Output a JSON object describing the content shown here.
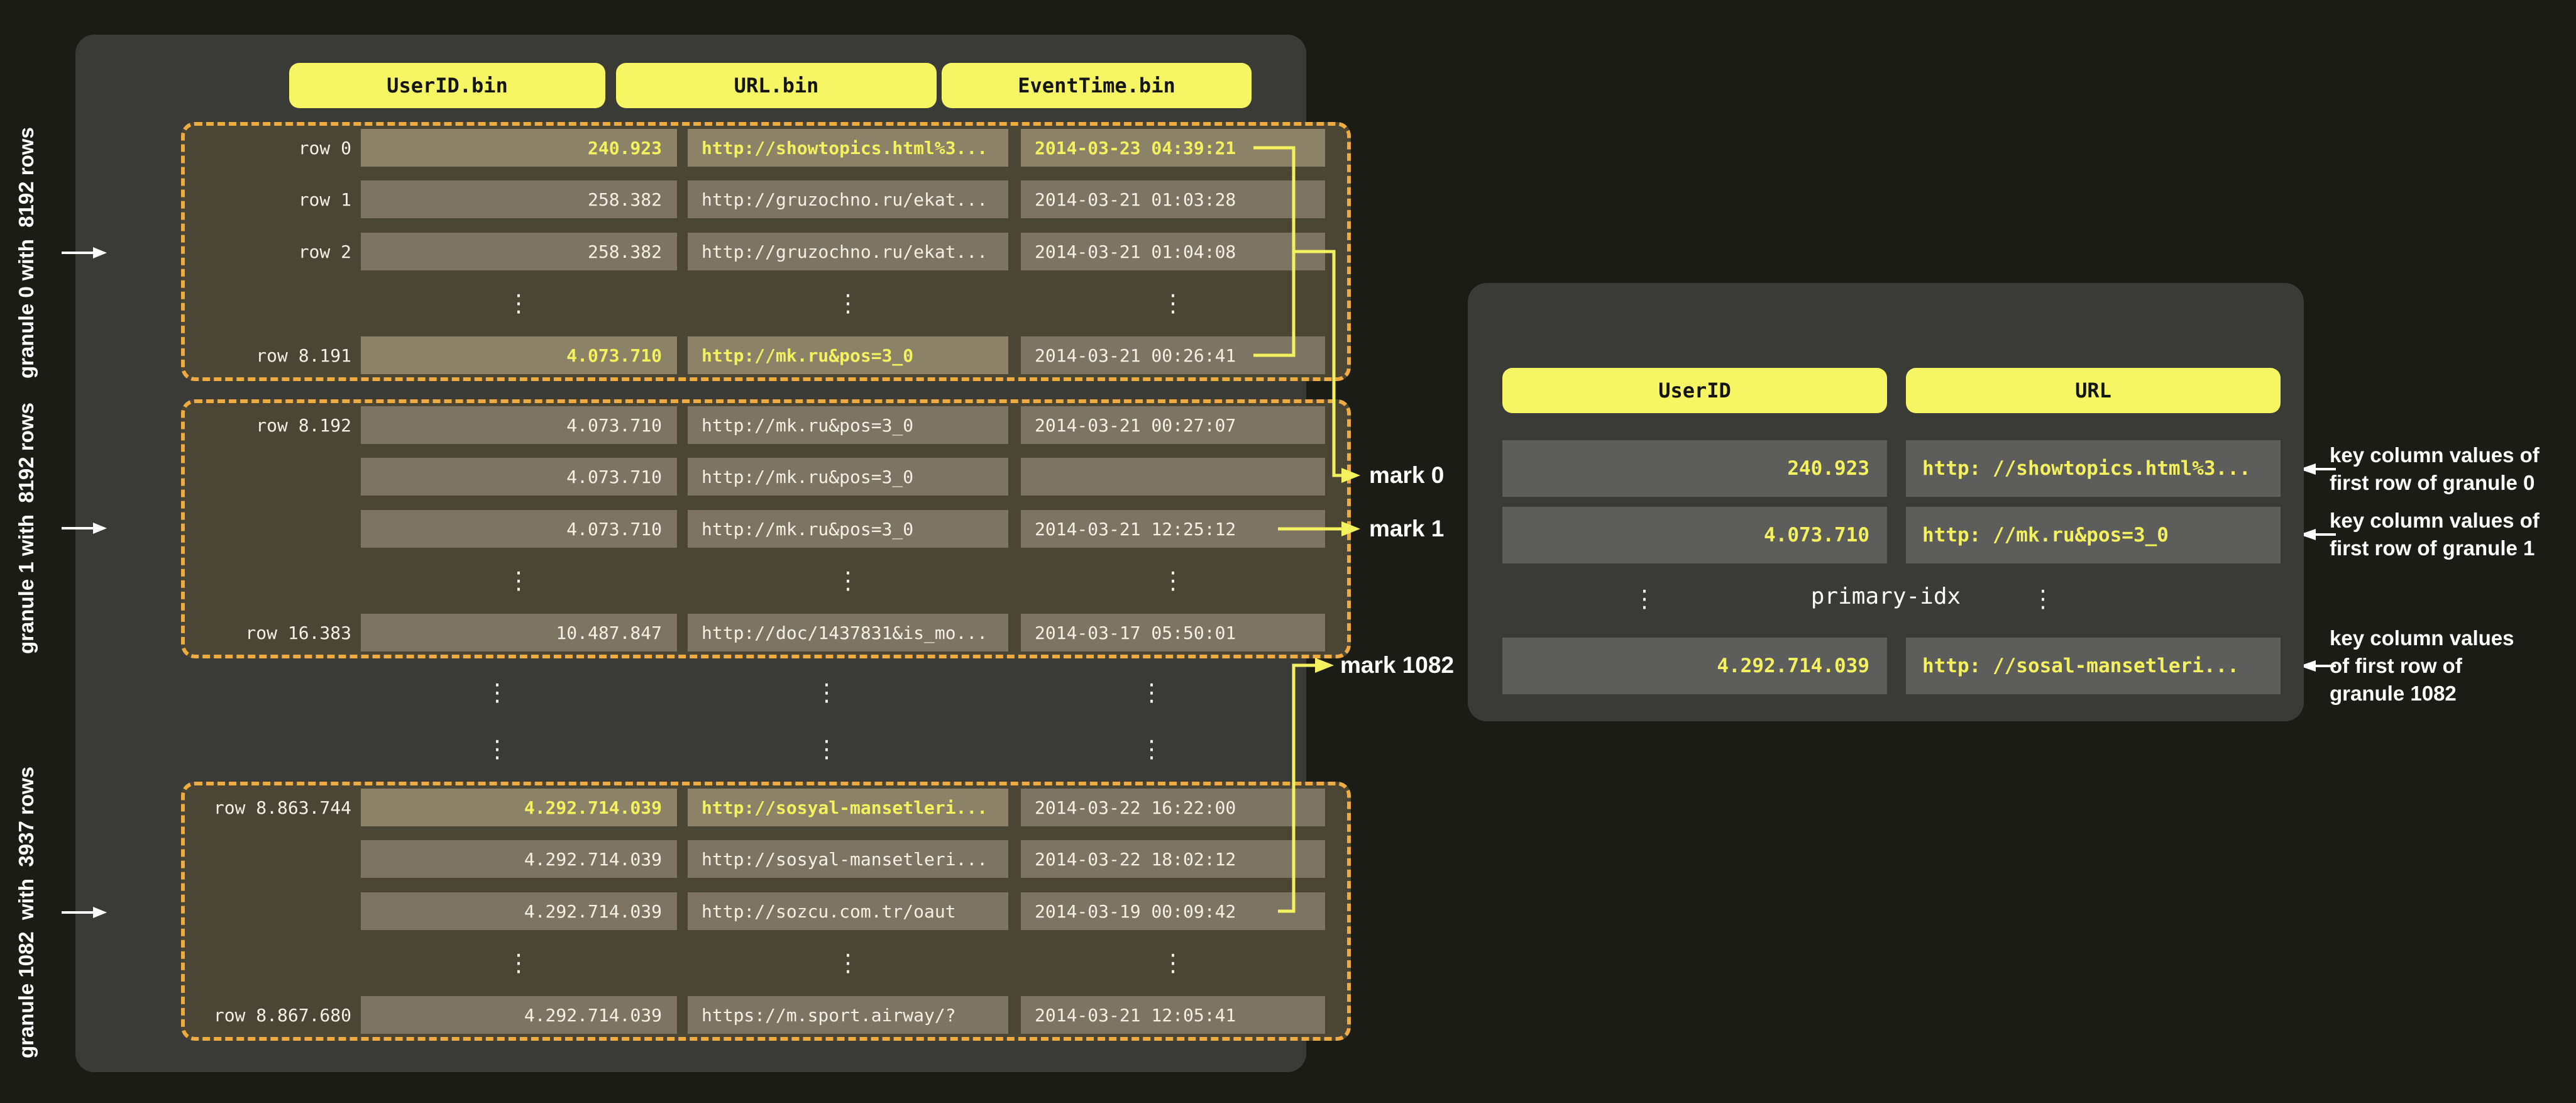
{
  "left_panel": {
    "column_headers": [
      "UserID.bin",
      "URL.bin",
      "EventTime.bin"
    ],
    "dots_glyph": "⋮",
    "granules": [
      {
        "side_label": "granule 0 with  8192 rows",
        "rows": [
          {
            "label": "row 0",
            "user_id": "240.923",
            "url": "http://showtopics.html%3...",
            "event_time": "2014-03-23 04:39:21",
            "highlight": [
              true,
              true,
              true
            ]
          },
          {
            "label": "row 1",
            "user_id": "258.382",
            "url": "http://gruzochno.ru/ekat...",
            "event_time": "2014-03-21 01:03:28",
            "highlight": [
              false,
              false,
              false
            ]
          },
          {
            "label": "row 2",
            "user_id": "258.382",
            "url": "http://gruzochno.ru/ekat...",
            "event_time": "2014-03-21 01:04:08",
            "highlight": [
              false,
              false,
              false
            ]
          },
          {
            "dots": true
          },
          {
            "label": "row 8.191",
            "user_id": "4.073.710",
            "url": "http://mk.ru&pos=3_0",
            "event_time": "2014-03-21 00:26:41",
            "highlight": [
              true,
              true,
              false
            ]
          }
        ]
      },
      {
        "side_label": "granule 1 with  8192 rows",
        "rows": [
          {
            "label": "row 8.192",
            "user_id": "4.073.710",
            "url": "http://mk.ru&pos=3_0",
            "event_time": "2014-03-21 00:27:07",
            "highlight": [
              false,
              false,
              false
            ]
          },
          {
            "label": "",
            "user_id": "4.073.710",
            "url": "http://mk.ru&pos=3_0",
            "event_time": "",
            "highlight": [
              false,
              false,
              false
            ]
          },
          {
            "label": "",
            "user_id": "4.073.710",
            "url": "http://mk.ru&pos=3_0",
            "event_time": "2014-03-21 12:25:12",
            "highlight": [
              false,
              false,
              false
            ]
          },
          {
            "dots": true
          },
          {
            "label": "row 16.383",
            "user_id": "10.487.847",
            "url": "http://doc/1437831&is_mo...",
            "event_time": "2014-03-17 05:50:01",
            "highlight": [
              false,
              false,
              false
            ]
          }
        ]
      },
      {
        "side_label": "granule 1082  with  3937 rows",
        "rows": [
          {
            "label": "row 8.863.744",
            "user_id": "4.292.714.039",
            "url": "http://sosyal-mansetleri...",
            "event_time": "2014-03-22 16:22:00",
            "highlight": [
              true,
              true,
              false
            ]
          },
          {
            "label": "",
            "user_id": "4.292.714.039",
            "url": "http://sosyal-mansetleri...",
            "event_time": "2014-03-22 18:02:12",
            "highlight": [
              false,
              false,
              false
            ]
          },
          {
            "label": "",
            "user_id": "4.292.714.039",
            "url": "http://sozcu.com.tr/oaut",
            "event_time": "2014-03-19 00:09:42",
            "highlight": [
              false,
              false,
              false
            ]
          },
          {
            "dots": true
          },
          {
            "label": "row 8.867.680",
            "user_id": "4.292.714.039",
            "url": "https://m.sport.airway/?",
            "event_time": "2014-03-21 12:05:41",
            "highlight": [
              false,
              false,
              false
            ]
          }
        ]
      }
    ]
  },
  "marks": [
    {
      "label": "mark 0"
    },
    {
      "label": "mark 1"
    },
    {
      "label": "mark 1082"
    }
  ],
  "index_panel": {
    "title": "primary-idx",
    "column_headers": [
      "UserID",
      "URL"
    ],
    "rows": [
      {
        "user_id": "240.923",
        "url": "http: //showtopics.html%3..."
      },
      {
        "user_id": "4.073.710",
        "url": "http: //mk.ru&pos=3_0"
      },
      {
        "dots": true
      },
      {
        "user_id": "4.292.714.039",
        "url": "http: //sosal-mansetleri..."
      }
    ]
  },
  "annotations": [
    {
      "lines": [
        "key column values of",
        "first row of granule 0"
      ]
    },
    {
      "lines": [
        "key column values of",
        "first row of granule 1"
      ]
    },
    {
      "lines": [
        "key column values",
        "of first row of",
        "granule 1082"
      ]
    }
  ],
  "colors": {
    "page_bg": "#1c1c17",
    "panel_bg": "#3a3a36",
    "granule_bg": "#4b4536",
    "dashed_border": "#eeab40",
    "cell_bg": "#7d7464",
    "cell_bg_highlight": "#8b8267",
    "index_cell_bg": "#5d5d5b",
    "accent_yellow": "#f4f15e",
    "pill_yellow": "#f6f664",
    "text_light": "#f5f1e4",
    "text_white": "#ffffff"
  }
}
